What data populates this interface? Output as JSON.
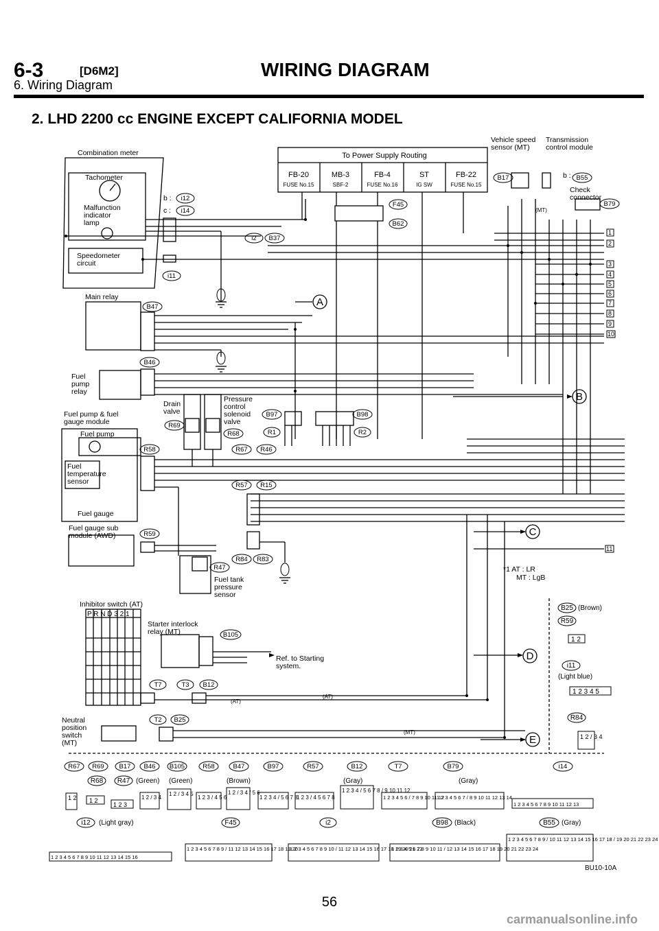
{
  "header": {
    "section_code": "6-3",
    "tag": "[D6M2]",
    "title": "WIRING DIAGRAM",
    "subtitle": "6. Wiring Diagram"
  },
  "section_title": "2. LHD 2200 cc ENGINE EXCEPT CALIFORNIA MODEL",
  "labels": {
    "combination_meter": "Combination meter",
    "tachometer": "Tachometer",
    "mil1": "Malfunction",
    "mil2": "indicator",
    "mil3": "lamp",
    "speedometer1": "Speedometer",
    "speedometer2": "circuit",
    "main_relay": "Main relay",
    "fuel_pump_relay1": "Fuel",
    "fuel_pump_relay2": "pump",
    "fuel_pump_relay3": "relay",
    "drain_valve1": "Drain",
    "drain_valve2": "valve",
    "pcsv1": "Pressure",
    "pcsv2": "control",
    "pcsv3": "solenoid",
    "pcsv4": "valve",
    "fp_module1": "Fuel pump & fuel",
    "fp_module2": "gauge module",
    "fuel_pump": "Fuel pump",
    "fts1": "Fuel",
    "fts2": "temperature",
    "fts3": "sensor",
    "fuel_gauge": "Fuel gauge",
    "sub_module1": "Fuel gauge sub",
    "sub_module2": "module (AWD)",
    "ftps1": "Fuel tank",
    "ftps2": "pressure",
    "ftps3": "sensor",
    "inhibitor": "Inhibitor switch (AT)",
    "starter_relay1": "Starter interlock",
    "starter_relay2": "relay (MT)",
    "ref1": "Ref. to Starting",
    "ref2": "system.",
    "neutral1": "Neutral",
    "neutral2": "position",
    "neutral3": "switch",
    "neutral4": "(MT)",
    "vss1": "Vehicle speed",
    "vss2": "sensor (MT)",
    "tcm1": "Transmission",
    "tcm2": "control module",
    "check1": "Check",
    "check2": "connector",
    "power_supply": "To Power Supply Routing",
    "note1": "*1  AT : LR",
    "note2": "MT : LgB",
    "b_prefix": "b :",
    "c_prefix": "c :",
    "at": "(AT)",
    "mt": "(MT)",
    "prnd": "P R N D 3 2 1"
  },
  "fuses": [
    {
      "top": "FB-20",
      "bottom": "FUSE No.15"
    },
    {
      "top": "MB-3",
      "bottom": "SBF-2"
    },
    {
      "top": "FB-4",
      "bottom": "FUSE No.16"
    },
    {
      "top": "ST",
      "bottom": "IG SW"
    },
    {
      "top": "FB-22",
      "bottom": "FUSE No.15"
    }
  ],
  "connector_tags": {
    "i12": "i12",
    "i14": "i14",
    "i2": "i2",
    "B37": "B37",
    "i11": "i11",
    "B47": "B47",
    "B46": "B46",
    "R69": "R69",
    "R68": "R68",
    "B97": "B97",
    "R1": "R1",
    "B98": "B98",
    "R2": "R2",
    "R58": "R58",
    "R67": "R67",
    "R46": "R46",
    "R57": "R57",
    "R15": "R15",
    "R59": "R59",
    "R47": "R47",
    "R84": "R84",
    "R83": "R83",
    "B105": "B105",
    "T7": "T7",
    "T3": "T3",
    "B12": "B12",
    "T2": "T2",
    "B25": "B25",
    "B17": "B17",
    "B55": "B55",
    "B79": "B79",
    "F45": "F45",
    "B62": "B62"
  },
  "refs": [
    "A",
    "B",
    "C",
    "D",
    "E"
  ],
  "terminals": [
    "1",
    "2",
    "3",
    "4",
    "5",
    "6",
    "7",
    "8",
    "9",
    "10",
    "11"
  ],
  "legend_right": [
    {
      "tag": "B25",
      "note": "(Brown)",
      "pins": "1 2"
    },
    {
      "tag": "R59",
      "note": "",
      "pins": ""
    },
    {
      "tag": "i11",
      "note": "(Light blue)",
      "pins": "1 2 3 4 5"
    },
    {
      "tag": "R84",
      "note": "",
      "pins": "1 2 / 3 4"
    }
  ],
  "legend_row1": [
    "R67",
    "R69",
    "B17",
    "B46",
    "B105",
    "R58",
    "B47",
    "B97",
    "R57",
    "B12",
    "T7",
    "B79",
    "i14"
  ],
  "legend_row1b": {
    "R68": "R68",
    "R47": "R47",
    "green1": "(Green)",
    "green2": "(Green)",
    "brown": "(Brown)",
    "gray1": "(Gray)",
    "gray2": "(Gray)"
  },
  "legend_row2": {
    "i12": "i12",
    "i12_note": "(Light gray)",
    "F45": "F45",
    "i2": "i2",
    "B98": "B98",
    "B98_note": "(Black)",
    "B55": "B55",
    "B55_note": "(Gray)"
  },
  "legend_pins": {
    "p1": "1 2",
    "p2": "1 2",
    "p3": "1 2 3",
    "p4": "1 2 / 3 4",
    "p5": "1 2 / 3 4 5",
    "p6": "1 2 3 / 4 5 6",
    "p7": "1 2 / 3 4 / 5 6",
    "p8": "1 2 3 4 / 5 6 7 8",
    "p9": "1 2 3 / 4 5 6 7 8",
    "p10": "1 2 3 4 / 5 6 7 8 / 9 10 11 12",
    "p11": "1 2 3 4 5 6 / 7 8 9 10 11 12",
    "p12": "1 2 3 4 5 6 7 / 8 9 10 11 12 13 14",
    "p13": "1 2 3 4 5 6 7 8 9 10 11 12 13",
    "p14": "1 2 3 4 5 6 7 8 9 10 11 12 13 14 15 16",
    "p15": "1 2 3 4 5 6 7 8 9 / 11 12 13 14 15 16 17 18 19 20",
    "p16": "1 2 3 4 5 6 7 8 9 10 / 11 12 13 14 15 16 17 18 19 20 21 22",
    "p17": "1 2 3 4 5 6 7 8 9 10 11 / 12 13 14 15 16 17 18 19 20 21 22 23 24",
    "p18": "1 2 3 4 5 6 7 8 9 / 10 11 12 13 14 15 16 17 18 / 19 20 21 22 23 24"
  },
  "figure_code": "BU10-10A",
  "page_number": "56",
  "watermark": "carmanualsonline.info"
}
